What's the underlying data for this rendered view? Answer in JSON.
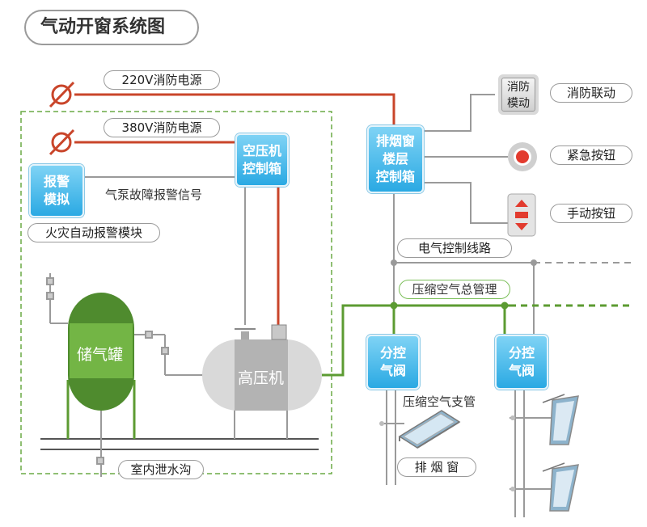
{
  "title": "气动开窗系统图",
  "power": {
    "v220": "220V消防电源",
    "v380": "380V消防电源"
  },
  "boxes": {
    "alarm": "报警\n模拟",
    "compressor_ctrl": "空压机\n控制箱",
    "floor_ctrl": "排烟窗\n楼层\n控制箱",
    "valve_left": "分控\n气阀",
    "valve_right": "分控\n气阀"
  },
  "labels": {
    "fault_signal": "气泵故障报警信号",
    "fire_module": "火灾自动报警模块",
    "tank": "储气罐",
    "compressor": "高压机",
    "drain": "室内泄水沟",
    "elec_line": "电气控制线路",
    "air_main": "压缩空气总管理",
    "air_branch": "压缩空气支管",
    "smoke_window": "排 烟 窗",
    "fire_link": "消防联动",
    "emergency_btn": "紧急按钮",
    "manual_btn": "手动按钮",
    "fire_module_panel": "消防\n模动"
  },
  "colors": {
    "power": "#c9452a",
    "air": "#5c9b32",
    "tank": "#4f8b2e",
    "blue": "#2aa9e3",
    "pipe": "#9a9a9a"
  }
}
